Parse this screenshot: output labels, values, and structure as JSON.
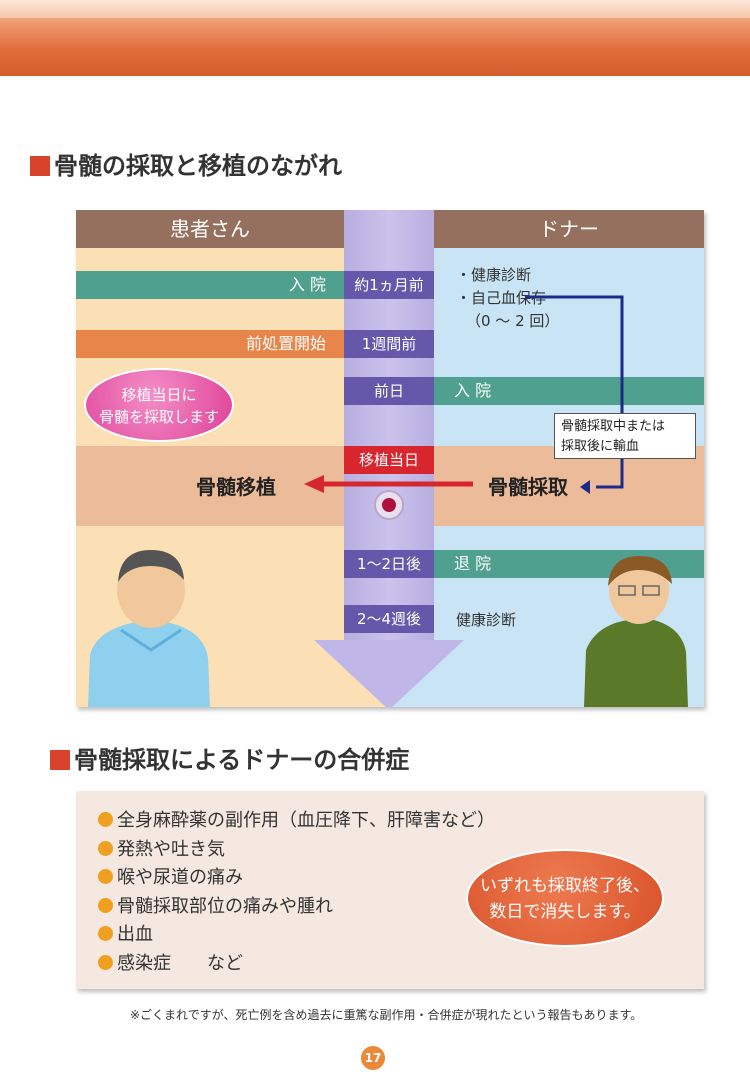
{
  "section1": {
    "title": "骨髄の採取と移植のながれ"
  },
  "flow": {
    "patient_header": "患者さん",
    "donor_header": "ドナー",
    "timeline": [
      "約1ヵ月前",
      "1週間前",
      "前日",
      "移植当日",
      "1〜2日後",
      "2〜4週後"
    ],
    "patient_admit": "入 院",
    "patient_pretreat": "前処置開始",
    "patient_bubble": [
      "移植当日に",
      "骨髄を採取します"
    ],
    "patient_transplant": "骨髄移植",
    "donor_checkup_prep": [
      "・健康診断",
      "・自己血保存",
      "（0 〜 2 回）"
    ],
    "donor_admit": "入 院",
    "transfusion_note": [
      "骨髄採取中または",
      "採取後に輸血"
    ],
    "donor_harvest": "骨髄採取",
    "donor_discharge": "退 院",
    "donor_checkup": "健康診断"
  },
  "section2": {
    "title": "骨髄採取によるドナーの合併症"
  },
  "complications": {
    "items": [
      "全身麻酔薬の副作用（血圧降下、肝障害など）",
      "発熱や吐き気",
      "喉や尿道の痛み",
      "骨髄採取部位の痛みや腫れ",
      "出血",
      "感染症　　など"
    ],
    "bubble": [
      "いずれも採取終了後、",
      "数日で消失します。"
    ]
  },
  "footnote": "※ごくまれですが、死亡例を含め過去に重篤な副作用・合併症が現れたという報告もあります。",
  "page_number": "17",
  "colors": {
    "accent": "#e06d3b",
    "timeline_box": "#6558aa",
    "red": "#d8262e"
  }
}
